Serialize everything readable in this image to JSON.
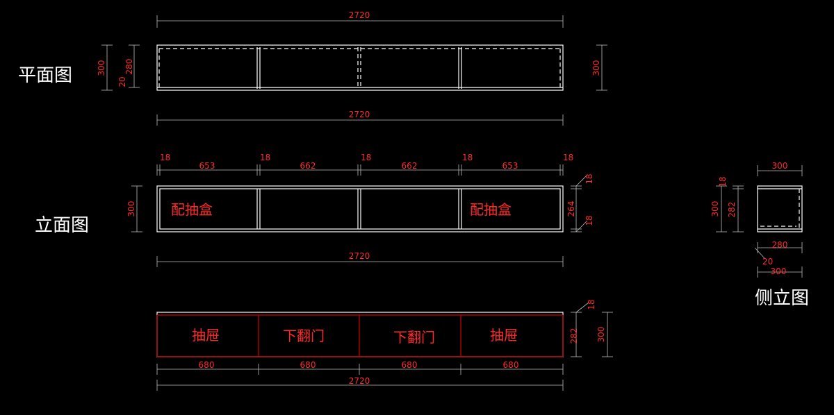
{
  "titles": {
    "plan": "平面图",
    "elevation": "立面图",
    "side": "侧立图"
  },
  "plan": {
    "width_top": "2720",
    "width_bottom": "2720",
    "depth_left": "300",
    "depth_inner": "280",
    "back_offset": "20",
    "depth_right": "300"
  },
  "elevation": {
    "segments": [
      "18",
      "653",
      "18",
      "662",
      "18",
      "662",
      "18",
      "653",
      "18"
    ],
    "height_left": "300",
    "top_board": "18",
    "inner_height": "264",
    "bottom_board": "18",
    "width": "2720",
    "labels": [
      "配抽盒",
      "配抽盒"
    ]
  },
  "front": {
    "labels": [
      "抽屉",
      "下翻门",
      "下翻门",
      "抽屉"
    ],
    "panels": [
      "680",
      "680",
      "680",
      "680"
    ],
    "width": "2720",
    "top_board": "18",
    "door_height": "282",
    "total_height": "300"
  },
  "side": {
    "top_width": "300",
    "top_board": "18",
    "height": "300",
    "inner_height": "282",
    "inner_width": "280",
    "back_offset": "20",
    "bottom_width": "300"
  }
}
